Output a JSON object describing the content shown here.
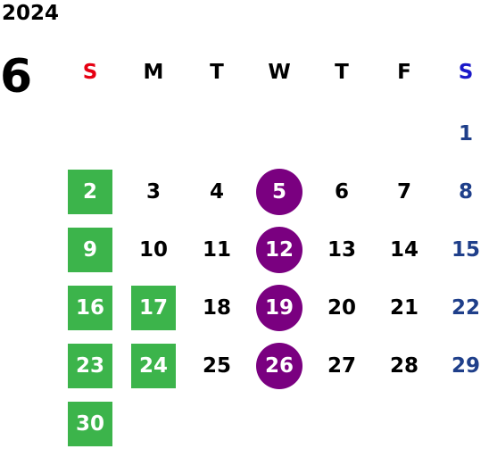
{
  "header": {
    "year": "2024",
    "month": "6"
  },
  "weekdays": [
    "S",
    "M",
    "T",
    "W",
    "T",
    "F",
    "S"
  ],
  "colors": {
    "sunday_header": "#e60012",
    "saturday_header": "#1b19c9",
    "saturday_date": "#1f3f8a",
    "default_text": "#000000",
    "green_highlight": "#3cb44b",
    "purple_highlight": "#7a0080"
  },
  "weeks": [
    [
      {
        "day": ""
      },
      {
        "day": ""
      },
      {
        "day": ""
      },
      {
        "day": ""
      },
      {
        "day": ""
      },
      {
        "day": ""
      },
      {
        "day": "1",
        "style": "saturday"
      }
    ],
    [
      {
        "day": "2",
        "style": "green"
      },
      {
        "day": "3"
      },
      {
        "day": "4"
      },
      {
        "day": "5",
        "style": "purple"
      },
      {
        "day": "6"
      },
      {
        "day": "7"
      },
      {
        "day": "8",
        "style": "saturday"
      }
    ],
    [
      {
        "day": "9",
        "style": "green"
      },
      {
        "day": "10"
      },
      {
        "day": "11"
      },
      {
        "day": "12",
        "style": "purple"
      },
      {
        "day": "13"
      },
      {
        "day": "14"
      },
      {
        "day": "15",
        "style": "saturday"
      }
    ],
    [
      {
        "day": "16",
        "style": "green"
      },
      {
        "day": "17",
        "style": "green"
      },
      {
        "day": "18"
      },
      {
        "day": "19",
        "style": "purple"
      },
      {
        "day": "20"
      },
      {
        "day": "21"
      },
      {
        "day": "22",
        "style": "saturday"
      }
    ],
    [
      {
        "day": "23",
        "style": "green"
      },
      {
        "day": "24",
        "style": "green"
      },
      {
        "day": "25"
      },
      {
        "day": "26",
        "style": "purple"
      },
      {
        "day": "27"
      },
      {
        "day": "28"
      },
      {
        "day": "29",
        "style": "saturday"
      }
    ],
    [
      {
        "day": "30",
        "style": "green"
      },
      {
        "day": ""
      },
      {
        "day": ""
      },
      {
        "day": ""
      },
      {
        "day": ""
      },
      {
        "day": ""
      },
      {
        "day": ""
      }
    ]
  ]
}
